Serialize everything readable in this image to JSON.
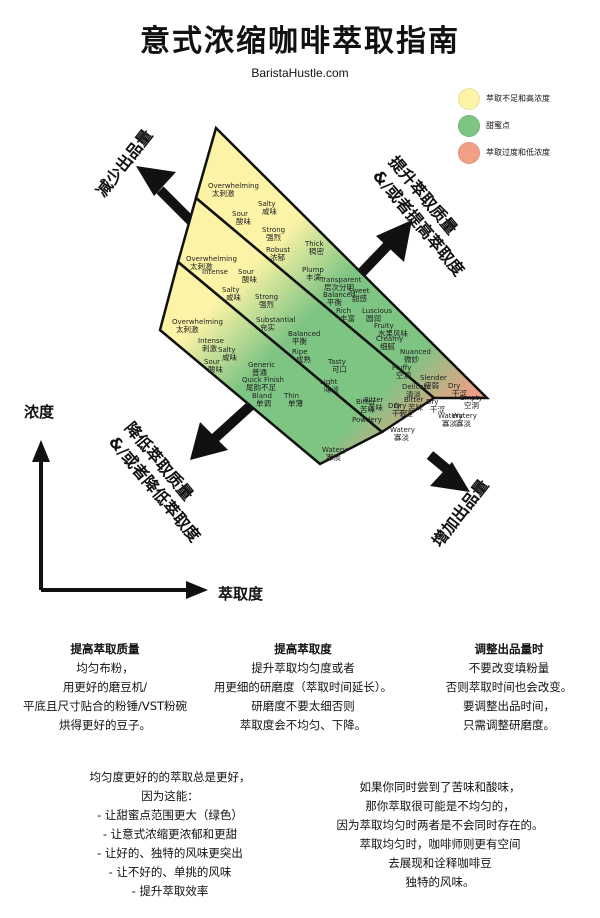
{
  "title": "意式浓缩咖啡萃取指南",
  "subtitle": "BaristaHustle.com",
  "legend": [
    {
      "color": "#fbf3a6",
      "label": "萃取不足和高浓度"
    },
    {
      "color": "#7ec483",
      "label": "甜蜜点"
    },
    {
      "color": "#f19f86",
      "label": "萃取过度和低浓度"
    }
  ],
  "arrows": {
    "decrease_yield": "减少出品量",
    "improve_top_1": "提升萃取质量",
    "improve_top_2": "&/或者提高萃取度",
    "lower_bottom_1": "降低萃取质量",
    "lower_bottom_2": "&/或者降低萃取度",
    "increase_yield": "增加出品量"
  },
  "axes": {
    "y": "浓度",
    "x": "萃取度"
  },
  "band_top": [
    {
      "en": "Overwhelming",
      "cn": "太刺激"
    },
    {
      "en": "Salty",
      "cn": "咸味"
    },
    {
      "en": "Sour",
      "cn": "酸味"
    },
    {
      "en": "Strong",
      "cn": "强烈"
    },
    {
      "en": "Robust",
      "cn": "浓郁"
    },
    {
      "en": "Thick",
      "cn": "稠密"
    },
    {
      "en": "Plump",
      "cn": "丰满"
    },
    {
      "en": "Transparent",
      "cn": "层次分明"
    },
    {
      "en": "Sweet",
      "cn": "甜感"
    },
    {
      "en": "Luscious",
      "cn": "圆润"
    },
    {
      "en": "Fruity",
      "cn": "水果风味"
    },
    {
      "en": "Creamy",
      "cn": "细腻"
    },
    {
      "en": "Nuanced",
      "cn": "微妙"
    },
    {
      "en": "Fluffy",
      "cn": "空洞"
    },
    {
      "en": "Slender",
      "cn": "瘦弱"
    },
    {
      "en": "Dry",
      "cn": "干涩"
    },
    {
      "en": "Empty",
      "cn": "空洞"
    },
    {
      "en": "Watery",
      "cn": "寡淡"
    }
  ],
  "band_mid": [
    {
      "en": "Overwhelming",
      "cn": "太刺激"
    },
    {
      "en": "Intense",
      "cn": ""
    },
    {
      "en": "Sour",
      "cn": "酸味"
    },
    {
      "en": "Salty",
      "cn": "咸味"
    },
    {
      "en": "Strong",
      "cn": "强烈"
    },
    {
      "en": "Substantial",
      "cn": "充实"
    },
    {
      "en": "Balanced",
      "cn": "平衡"
    },
    {
      "en": "Balanced",
      "cn": "平衡"
    },
    {
      "en": "Rich",
      "cn": "丰富"
    },
    {
      "en": "Ripe",
      "cn": "成熟"
    },
    {
      "en": "Tasty",
      "cn": "可口"
    },
    {
      "en": "Delicate",
      "cn": "清淡"
    },
    {
      "en": "Bitter",
      "cn": "苦味"
    },
    {
      "en": "Dry",
      "cn": "干涩"
    },
    {
      "en": "Watery",
      "cn": "寡淡"
    }
  ],
  "band_bot": [
    {
      "en": "Overwhelming",
      "cn": "太刺激"
    },
    {
      "en": "Intense",
      "cn": "刺激"
    },
    {
      "en": "Salty",
      "cn": "咸味"
    },
    {
      "en": "Sour",
      "cn": "酸味"
    },
    {
      "en": "Generic",
      "cn": "普通"
    },
    {
      "en": "Quick Finish",
      "cn": "尾韵不足"
    },
    {
      "en": "Bland",
      "cn": "单调"
    },
    {
      "en": "Thin",
      "cn": "单薄"
    },
    {
      "en": "Light",
      "cn": "味淡"
    },
    {
      "en": "Bitter",
      "cn": "苦味"
    },
    {
      "en": "Bitter",
      "cn": "苦味"
    },
    {
      "en": "Dry",
      "cn": "干涩"
    },
    {
      "en": "Powdery",
      "cn": ""
    },
    {
      "en": "Dry",
      "cn": "干涩"
    },
    {
      "en": "Watery",
      "cn": "寡淡"
    },
    {
      "en": "Watery",
      "cn": "寡淡"
    }
  ],
  "blocks": {
    "quality": {
      "heading": "提高萃取质量",
      "lines": [
        "均匀布粉，",
        "用更好的磨豆机/",
        "平底且尺寸贴合的粉锤/VST粉碗",
        "烘得更好的豆子。"
      ]
    },
    "extraction": {
      "heading": "提高萃取度",
      "lines": [
        "提升萃取均匀度或者",
        "用更细的研磨度（萃取时间延长）。",
        "研磨度不要太细否则",
        "萃取度会不均匀、下降。"
      ]
    },
    "yield": {
      "heading": "调整出品量时",
      "lines": [
        "不要改变填粉量",
        "否则萃取时间也会改变。",
        "要调整出品时间，",
        "只需调整研磨度。"
      ]
    },
    "uniformity": {
      "lines": [
        "均匀度更好的的萃取总是更好，",
        "因为这能：",
        "- 让甜蜜点范围更大（绿色）",
        "- 让意式浓缩更浓郁和更甜",
        "- 让好的、独特的风味更突出",
        "- 让不好的、单挑的风味",
        "- 提升萃取效率"
      ]
    },
    "bitter_sour": {
      "lines": [
        "如果你同时尝到了苦味和酸味，",
        "那你萃取很可能是不均匀的，",
        "因为萃取均匀时两者是不会同时存在的。",
        "萃取均匀时，咖啡师则更有空间",
        "去展现和诠释咖啡豆",
        "独特的风味。"
      ]
    }
  }
}
